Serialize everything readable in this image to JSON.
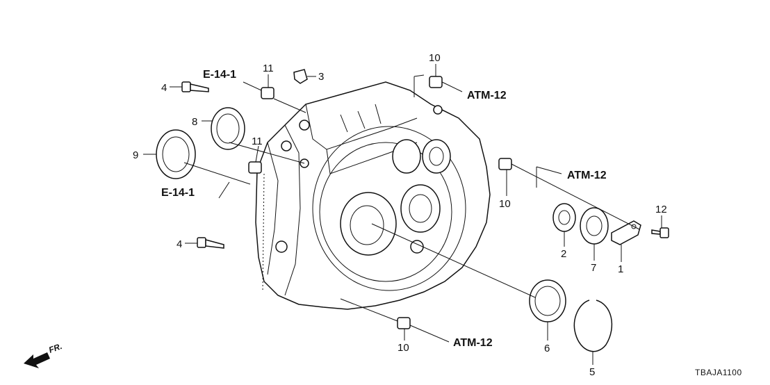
{
  "callouts": {
    "c1": "1",
    "c2": "2",
    "c3": "3",
    "c4a": "4",
    "c4b": "4",
    "c5": "5",
    "c6": "6",
    "c7": "7",
    "c8": "8",
    "c9": "9",
    "c10a": "10",
    "c10b": "10",
    "c10c": "10",
    "c11a": "11",
    "c11b": "11",
    "c12": "12"
  },
  "references": {
    "e14_top": "E-14-1",
    "e14_left": "E-14-1",
    "atm_top": "ATM-12",
    "atm_right": "ATM-12",
    "atm_bottom": "ATM-12"
  },
  "direction": {
    "label": "FR."
  },
  "diagram_code": "TBAJA1100",
  "icons": {
    "front": "front-direction-arrow-icon"
  }
}
